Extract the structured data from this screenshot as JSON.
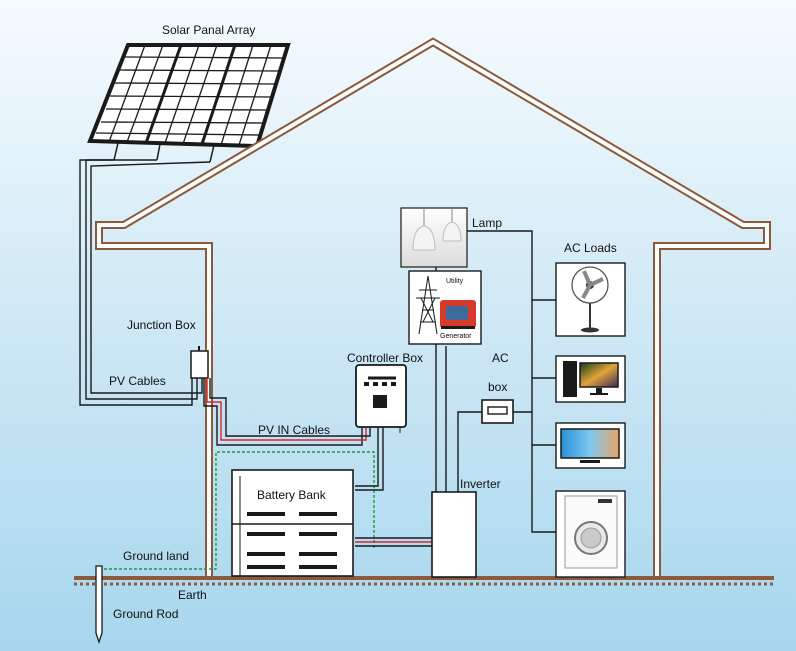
{
  "labels": {
    "solar_array": "Solar Panal Array",
    "junction_box": "Junction Box",
    "pv_cables": "PV Cables",
    "pv_in_cables": "PV IN Cables",
    "controller_box": "Controller Box",
    "battery_bank": "Battery Bank",
    "inverter": "Inverter",
    "lamp": "Lamp",
    "utility": "Utility",
    "generator": "Generator",
    "ac": "AC",
    "box": "box",
    "ac_loads": "AC  Loads",
    "ground_land": "Ground  land",
    "earth": "Earth",
    "ground_rod": "Ground  Rod"
  },
  "colors": {
    "wire": "#1a1a1a",
    "dc_positive": "#d8262c",
    "ground_wire": "#1d9a3a",
    "sky_top": "#f6fbfe",
    "sky_bottom": "#a7d6ee"
  },
  "icons": {
    "lamp": "pendant-lamps-photo",
    "utility": "power-pylon-and-generator",
    "ac_loads": [
      "standing-fan",
      "desktop-computer",
      "flat-screen-tv",
      "washing-machine"
    ]
  }
}
